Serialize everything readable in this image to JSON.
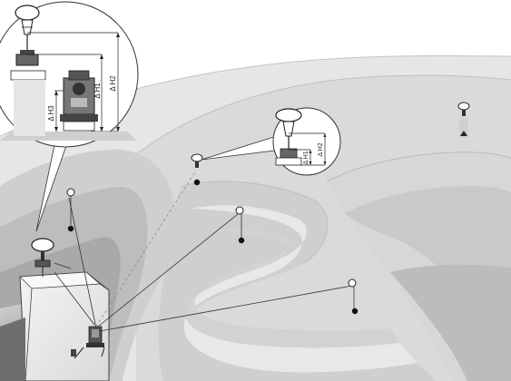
{
  "detail_large": {
    "labels": {
      "dh1": "Δ H1",
      "dh2": "Δ H2",
      "dh3": "Δ H3"
    }
  },
  "detail_small": {
    "labels": {
      "dh1": "Δ H1",
      "dh2": "Δ H2"
    }
  }
}
